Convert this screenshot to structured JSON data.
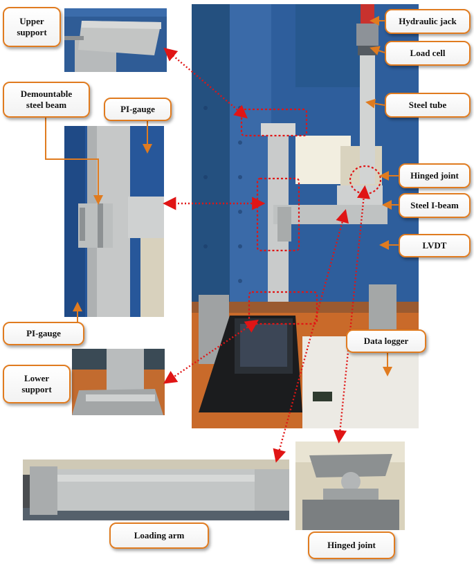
{
  "labels": {
    "upper_support": "Upper\nsupport",
    "demountable_beam": "Demountable\nsteel beam",
    "pi_gauge_top": "PI-gauge",
    "pi_gauge_bottom": "PI-gauge",
    "lower_support": "Lower\nsupport",
    "hydraulic_jack": "Hydraulic jack",
    "load_cell": "Load cell",
    "steel_tube": "Steel tube",
    "hinged_joint_main": "Hinged joint",
    "steel_i_beam": "Steel I-beam",
    "lvdt": "LVDT",
    "data_logger": "Data logger",
    "loading_arm": "Loading arm",
    "hinged_joint_detail": "Hinged joint"
  },
  "colors": {
    "callout_border": "#e07b1f",
    "pointer_arrow": "#e07b1f",
    "dotted_arrow": "#e01515",
    "frame_blue": "#2c5f9e",
    "galvanized": "#b9bcbd"
  }
}
